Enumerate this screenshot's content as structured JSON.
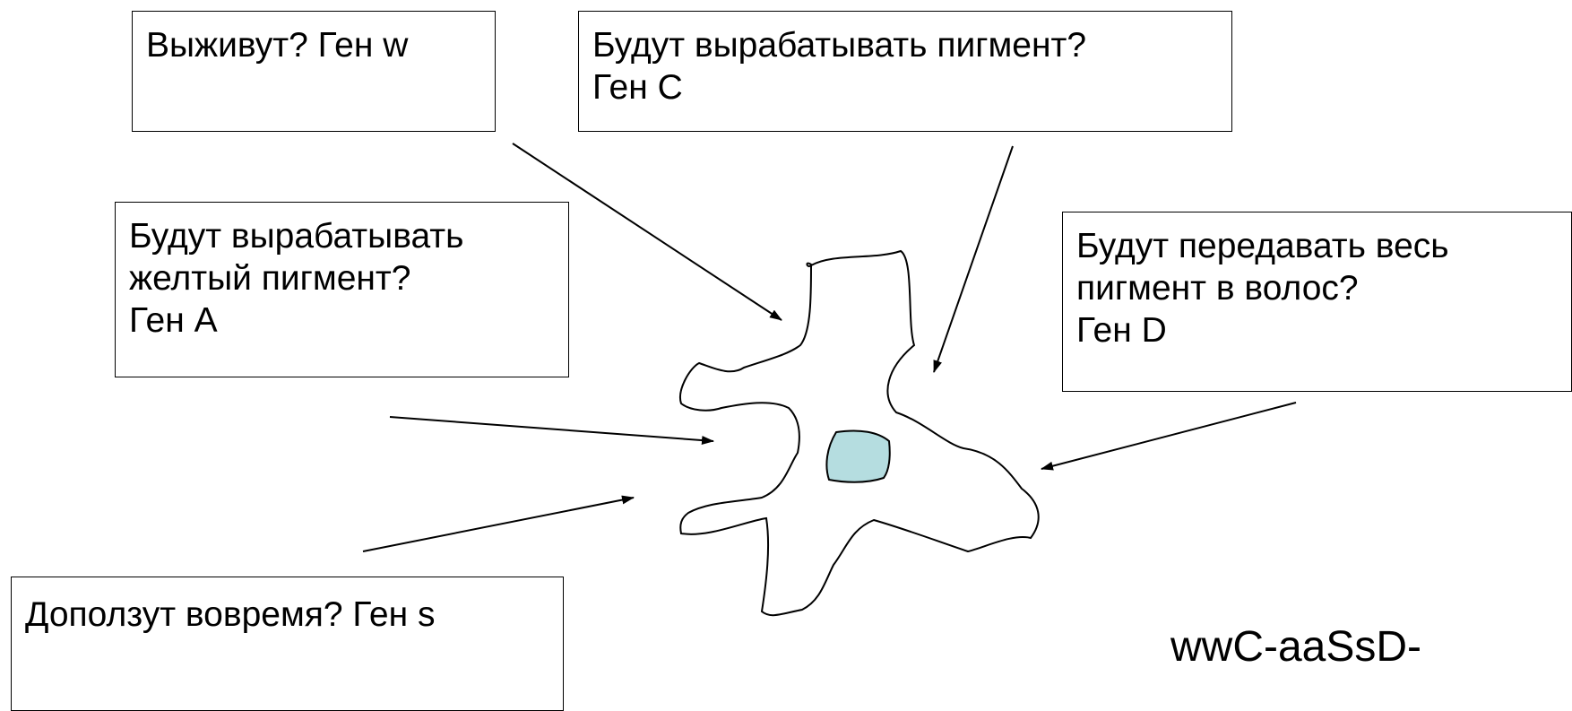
{
  "questions": {
    "w": {
      "lines": [
        "Выживут? Ген w"
      ]
    },
    "c": {
      "lines": [
        "Будут вырабатывать пигмент?",
        "Ген С"
      ]
    },
    "a": {
      "lines": [
        "Будут вырабатывать",
        "желтый пигмент?",
        "Ген А"
      ]
    },
    "d": {
      "lines": [
        "Будут передавать весь",
        "пигмент в волос?",
        "Ген D"
      ]
    },
    "s": {
      "lines": [
        "Доползут вовремя?  Ген s"
      ]
    }
  },
  "genotype": "wwC-aaSsD-",
  "colors": {
    "nucleus": "#b5dde0",
    "stroke": "#000000",
    "background": "#ffffff"
  }
}
